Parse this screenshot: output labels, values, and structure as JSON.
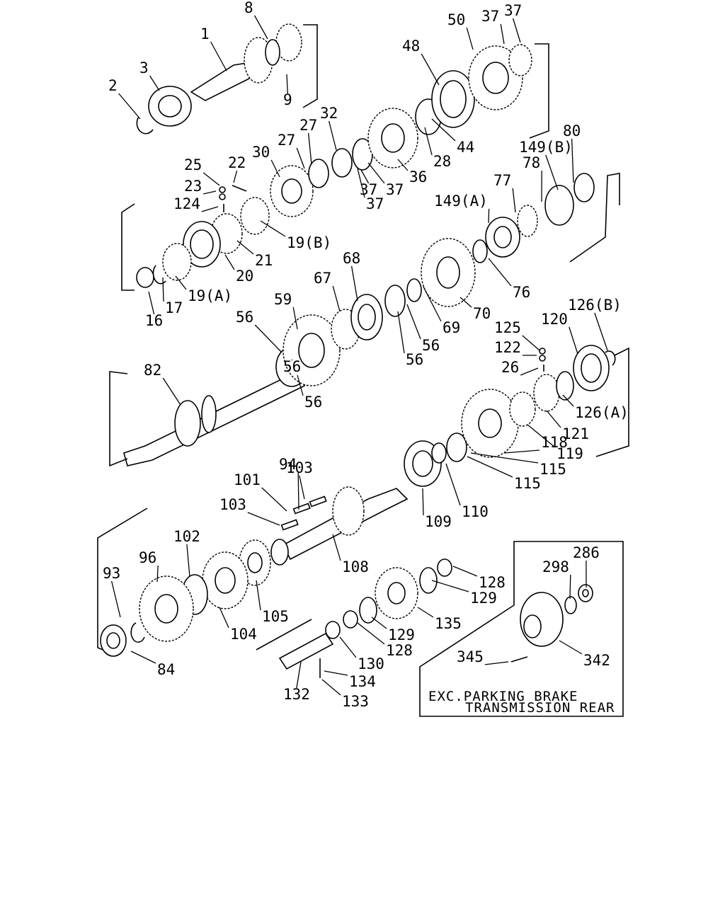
{
  "callouts": [
    "1",
    "2",
    "3",
    "8",
    "9",
    "16",
    "17",
    "19(A)",
    "19(B)",
    "20",
    "21",
    "22",
    "23",
    "25",
    "26",
    "27",
    "27",
    "28",
    "30",
    "32",
    "36",
    "37",
    "37",
    "37",
    "37",
    "37",
    "44",
    "48",
    "50",
    "56",
    "56",
    "56",
    "56",
    "56",
    "59",
    "67",
    "68",
    "69",
    "70",
    "76",
    "77",
    "78",
    "80",
    "82",
    "84",
    "93",
    "94",
    "96",
    "101",
    "102",
    "103",
    "103",
    "104",
    "105",
    "108",
    "109",
    "110",
    "115",
    "115",
    "118",
    "119",
    "120",
    "121",
    "122",
    "124",
    "125",
    "126(A)",
    "126(B)",
    "128",
    "128",
    "129",
    "129",
    "130",
    "132",
    "133",
    "134",
    "135",
    "149(A)",
    "149(B)",
    "286",
    "298",
    "342",
    "345"
  ],
  "inset_note": {
    "line1": "EXC.PARKING BRAKE",
    "line2": "TRANSMISSION REAR"
  }
}
